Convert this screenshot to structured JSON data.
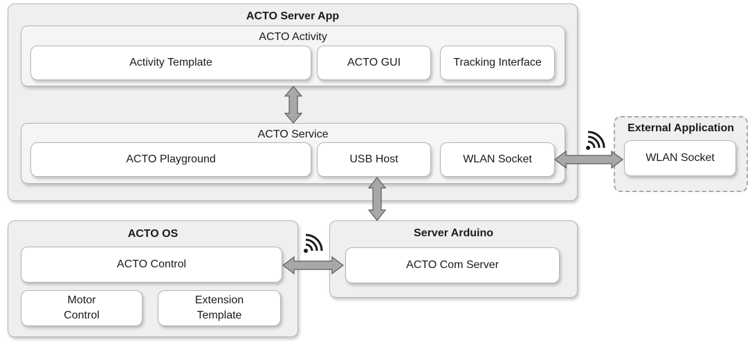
{
  "server_app": {
    "title": "ACTO Server App",
    "activity": {
      "title": "ACTO Activity",
      "activity_template": "Activity Template",
      "gui": "ACTO GUI",
      "tracking_interface": "Tracking Interface"
    },
    "service": {
      "title": "ACTO Service",
      "playground": "ACTO Playground",
      "usb_host": "USB Host",
      "wlan_socket": "WLAN Socket"
    }
  },
  "external_application": {
    "title": "External Application",
    "wlan_socket": "WLAN Socket"
  },
  "acto_os": {
    "title": "ACTO OS",
    "control": "ACTO Control",
    "motor_control_line1": "Motor",
    "motor_control_line2": "Control",
    "extension_template_line1": "Extension",
    "extension_template_line2": "Template"
  },
  "server_arduino": {
    "title": "Server Arduino",
    "com_server": "ACTO Com Server"
  },
  "icons": [
    "wifi-icon"
  ],
  "colors": {
    "arrow_fill": "#a8a8a8",
    "arrow_stroke": "#5a5a5a",
    "box_bg": "#efefef"
  }
}
